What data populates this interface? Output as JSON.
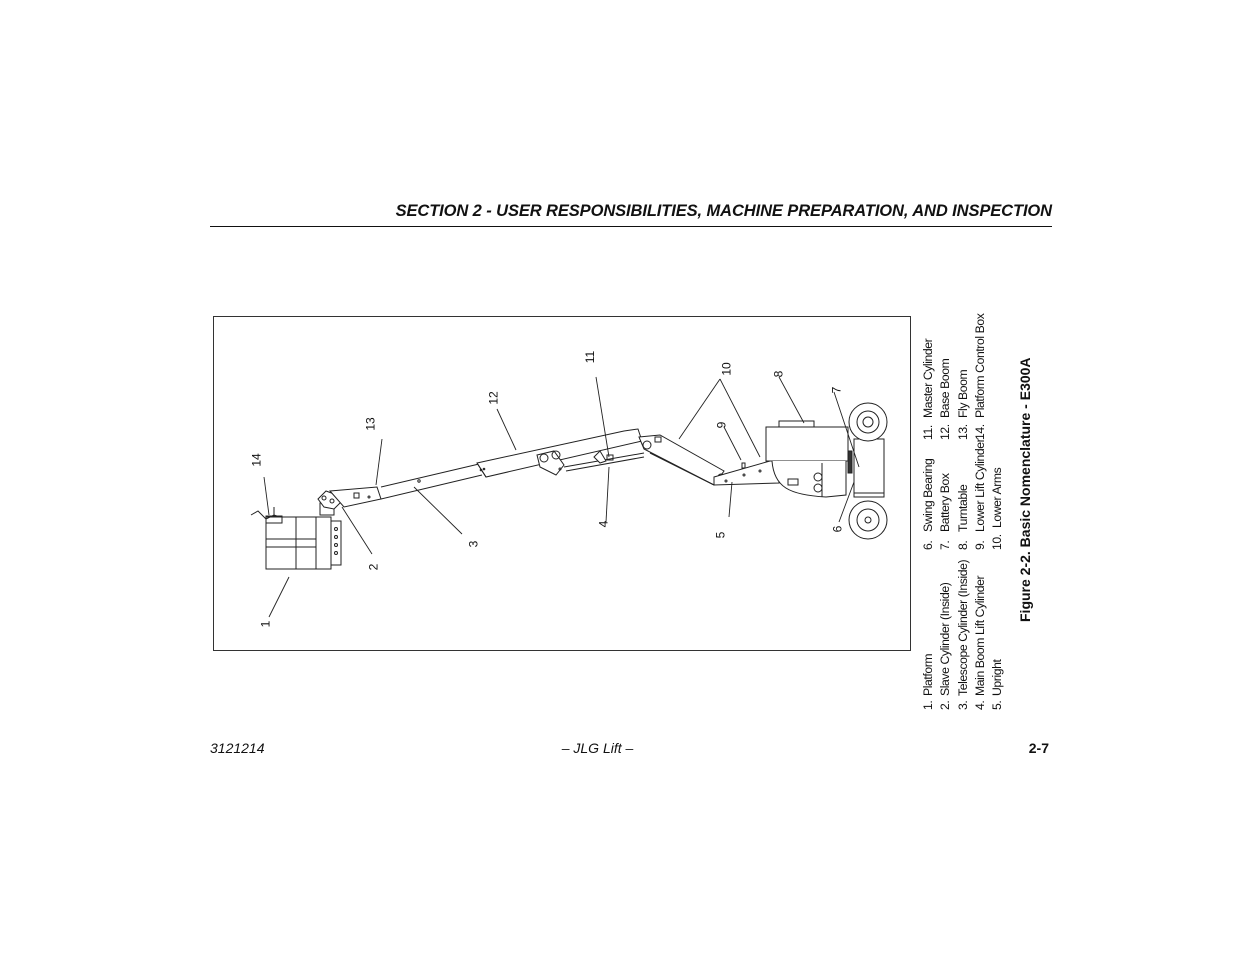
{
  "header": {
    "title": "SECTION 2 - USER RESPONSIBILITIES, MACHINE PREPARATION, AND INSPECTION"
  },
  "figure": {
    "caption": "Figure 2-2. Basic Nomenclature - E300A",
    "callouts": [
      "1",
      "2",
      "3",
      "4",
      "5",
      "6",
      "7",
      "8",
      "9",
      "10",
      "11",
      "12",
      "13",
      "14"
    ],
    "legend": {
      "column1": [
        {
          "num": "1.",
          "label": "Platform"
        },
        {
          "num": "2.",
          "label": "Slave Cylinder (Inside)"
        },
        {
          "num": "3.",
          "label": "Telescope Cylinder (Inside)"
        },
        {
          "num": "4.",
          "label": "Main Boom Lift Cylinder"
        },
        {
          "num": "5.",
          "label": "Upright"
        }
      ],
      "column2": [
        {
          "num": "6.",
          "label": "Swing Bearing"
        },
        {
          "num": "7.",
          "label": "Battery Box"
        },
        {
          "num": "8.",
          "label": "Turntable"
        },
        {
          "num": "9.",
          "label": "Lower Lift Cylinder"
        },
        {
          "num": "10.",
          "label": "Lower Arms"
        }
      ],
      "column3": [
        {
          "num": "11.",
          "label": "Master Cylinder"
        },
        {
          "num": "12.",
          "label": "Base Boom"
        },
        {
          "num": "13.",
          "label": "Fly Boom"
        },
        {
          "num": "14.",
          "label": "Platform Control Box"
        }
      ]
    }
  },
  "footer": {
    "doc_number": "3121214",
    "center": "– JLG Lift –",
    "page": "2-7"
  }
}
